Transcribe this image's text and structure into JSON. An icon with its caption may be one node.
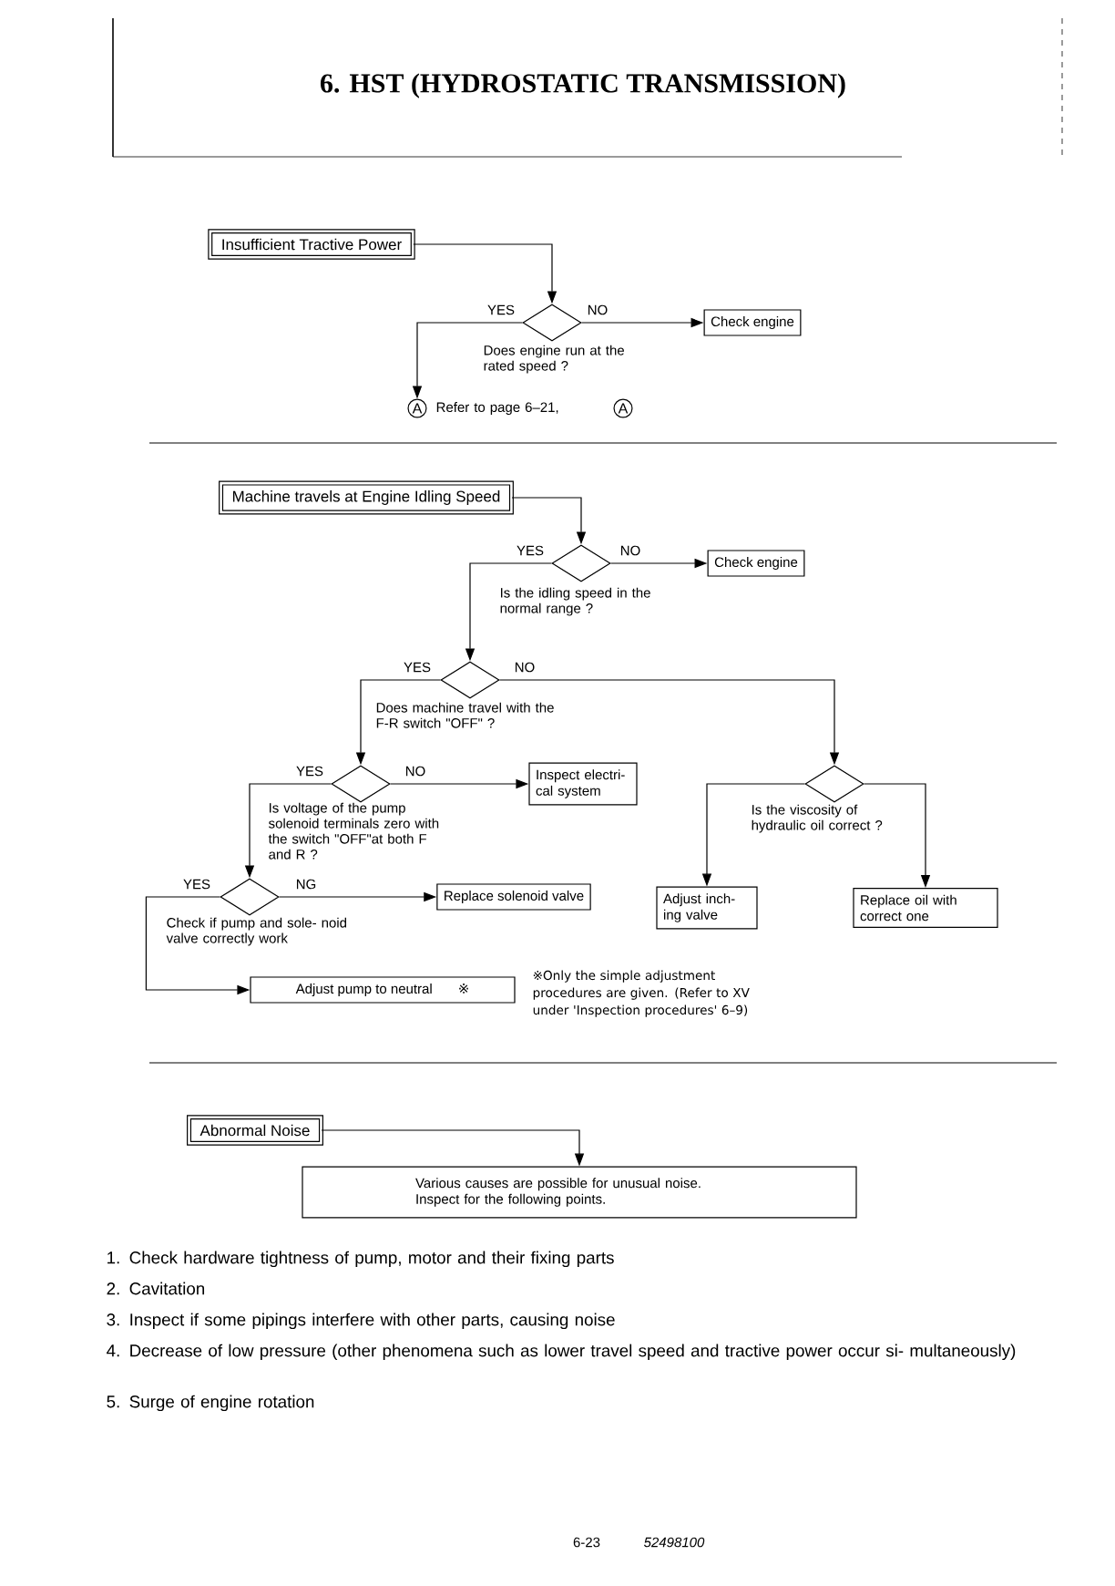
{
  "diagram": {
    "title": "6. HST (HYDROSTATIC TRANSMISSION)",
    "nodes": [
      {
        "text": [
          "Insufficient Tractive Power"
        ]
      },
      {
        "text": [],
        "shape": "diamond",
        "beside": [
          "Does engine run at the rated speed ?"
        ]
      },
      {
        "text": [
          "Check engine"
        ]
      },
      {
        "text": [
          "A"
        ],
        "beside": [
          "Refer to page 6–21,"
        ]
      },
      {
        "text": [
          "A"
        ]
      },
      {
        "text": [
          "Machine travels at Engine Idling Speed"
        ]
      },
      {
        "text": [],
        "shape": "diamond",
        "beside": [
          "Is the idling speed in the normal range ?"
        ]
      },
      {
        "text": [
          "Check engine"
        ]
      },
      {
        "text": [],
        "shape": "diamond",
        "beside": [
          "Does machine travel with the F-R switch \"OFF\" ?"
        ]
      },
      {
        "text": [],
        "shape": "diamond",
        "beside": [
          "Is voltage of the pump solenoid terminals zero with the switch \"OFF\"at both F and R ?"
        ]
      },
      {
        "text": [
          "Inspect electri- cal system"
        ]
      },
      {
        "text": [],
        "shape": "diamond",
        "beside": [
          "Is the viscosity of hydraulic oil correct ?"
        ]
      },
      {
        "text": [],
        "shape": "diamond",
        "beside": [
          "Check if pump and sole- noid valve correctly work"
        ]
      },
      {
        "text": [
          "Replace solenoid valve"
        ]
      },
      {
        "text": [
          "Adjust inch- ing valve"
        ]
      },
      {
        "text": [
          "Replace oil with correct one"
        ]
      },
      {
        "text": [
          "Adjust pump to neutral",
          "※"
        ]
      },
      {
        "text": [
          "Abnormal Noise"
        ]
      },
      {
        "text": [
          "Various causes are possible for unusual noise. Inspect for the following points."
        ]
      }
    ],
    "edges": [
      {
        "from": 0,
        "to": 1,
        "arrow": "to"
      },
      {
        "from": 1,
        "to": 2,
        "arrow": "to",
        "label": "NO"
      },
      {
        "from": 1,
        "to": 3,
        "arrow": "to",
        "label": "YES"
      },
      {
        "from": 5,
        "to": 6,
        "arrow": "to"
      },
      {
        "from": 6,
        "to": 7,
        "arrow": "to",
        "label": "NO"
      },
      {
        "from": 6,
        "to": 8,
        "arrow": "to",
        "label": "YES"
      },
      {
        "from": 8,
        "to": 9,
        "arrow": "to",
        "label": "YES"
      },
      {
        "from": 8,
        "to": 11,
        "arrow": "to",
        "label": "NO"
      },
      {
        "from": 9,
        "to": 10,
        "arrow": "to",
        "label": "NO"
      },
      {
        "from": 9,
        "to": 12,
        "arrow": "to",
        "label": "YES"
      },
      {
        "from": 12,
        "to": 13,
        "arrow": "to",
        "label": "NG"
      },
      {
        "from": 12,
        "to": 16,
        "arrow": "to",
        "label": "YES"
      },
      {
        "from": 11,
        "to": 14,
        "arrow": "to"
      },
      {
        "from": 11,
        "to": 15,
        "arrow": "to"
      },
      {
        "from": 17,
        "to": 18,
        "arrow": "to"
      }
    ],
    "labels": [
      "※Only the simple adjustment procedures are given. (Refer to XV under 'Inspection procedures' 6–9)",
      "1. Check hardware tightness of pump, motor and their fixing parts",
      "2. Cavitation",
      "3. Inspect if some pipings interfere with other parts, causing noise",
      "4. Decrease of low pressure (other phenomena such as lower travel speed and tractive power occur si- multaneously)",
      "5. Surge of engine rotation",
      "6-23",
      "52498100"
    ]
  }
}
